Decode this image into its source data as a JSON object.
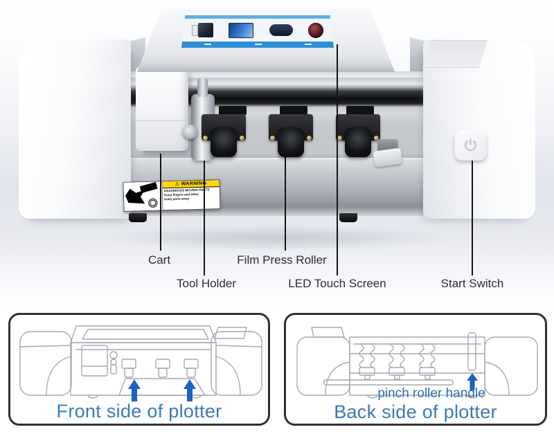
{
  "photo": {
    "alt": "Film cutting plotter machine, front product view with part callouts",
    "screen": {
      "icon_names": [
        "phone-icon",
        "tablet-icon",
        "watch-icon",
        "camera-lens-icon"
      ]
    },
    "warning_label": {
      "title": "WARNING",
      "warning_glyph": "⚠",
      "lines": [
        "HAZARDOUS MOVING PARTS",
        "Keep fingers and other",
        "body parts away"
      ]
    },
    "callouts": [
      {
        "id": "cart",
        "label": "Cart"
      },
      {
        "id": "tool-holder",
        "label": "Tool Holder"
      },
      {
        "id": "film-press-roller",
        "label": "Film Press Roller"
      },
      {
        "id": "led-touch-screen",
        "label": "LED Touch Screen"
      },
      {
        "id": "start-switch",
        "label": "Start Switch"
      }
    ]
  },
  "diagrams": {
    "front": {
      "caption": "Front side of plotter"
    },
    "back": {
      "caption": "Back side of plotter",
      "pinch_roller_label": "pinch roller handle"
    }
  },
  "colors": {
    "caption_blue": "#3a7ab8",
    "arrow_blue": "#1b63bd",
    "screen_band_blue": "#2e8ed5",
    "warning_yellow": "#ffd60a",
    "callout_line": "#141414"
  }
}
